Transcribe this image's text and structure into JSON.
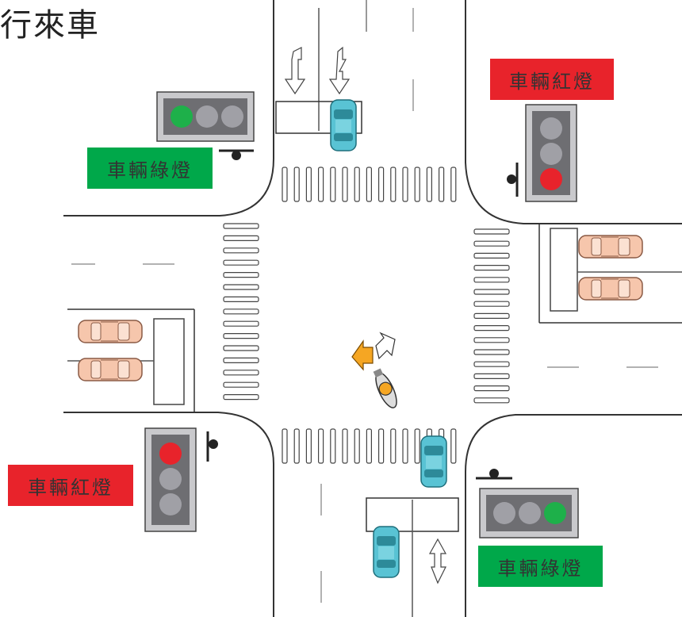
{
  "title": "行來車",
  "signs": {
    "nw": "車輛綠燈",
    "ne": "車輛紅燈",
    "sw": "車輛紅燈",
    "se": "車輛綠燈"
  },
  "colors": {
    "sign_green": "#00a84a",
    "sign_red": "#e8232b",
    "light_green_on": "#1eb04a",
    "light_red_on": "#e8232b",
    "light_off": "#a0a0a6",
    "light_housing": "#6e6e72",
    "car_blue": "#59c3d4",
    "car_pink": "#f6c6ac",
    "arrow_orange": "#f5a623"
  },
  "traffic_lights": {
    "nw": {
      "state": "green",
      "orientation": "horizontal"
    },
    "ne": {
      "state": "red",
      "orientation": "vertical"
    },
    "sw": {
      "state": "red",
      "orientation": "vertical"
    },
    "se": {
      "state": "green",
      "orientation": "horizontal"
    }
  },
  "vehicles": {
    "north_car": "blue-car",
    "south_car_1": "blue-car",
    "south_car_2": "blue-car",
    "east_cars": [
      "pink-car",
      "pink-car"
    ],
    "west_cars": [
      "pink-car",
      "pink-car"
    ],
    "motorcycle": "scooter turning left"
  }
}
